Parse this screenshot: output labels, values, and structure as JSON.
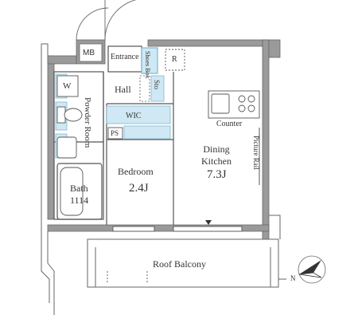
{
  "labels": {
    "mb": "MB",
    "entrance": "Entrance",
    "shoes_box": "Shoes Box",
    "refrigerator": "R",
    "storage": "Sto",
    "hall": "Hall",
    "washer": "W",
    "powder_room": "Powder Room",
    "wic": "WIC",
    "ps": "PS",
    "counter": "Counter",
    "dining_kitchen": "Dining Kitchen",
    "dining_kitchen_size": "7.3J",
    "picture_rail": "Picture Rail",
    "bedroom": "Bedroom",
    "bedroom_size": "2.4J",
    "bath": "Bath",
    "bath_size": "1114",
    "roof_balcony": "Roof Balcony",
    "north": "N"
  },
  "colors": {
    "wall": "#8f8f8f",
    "line": "#555555",
    "storage_fill": "#cfe8f3",
    "storage_stroke": "#7fb8d2",
    "text": "#333333"
  }
}
